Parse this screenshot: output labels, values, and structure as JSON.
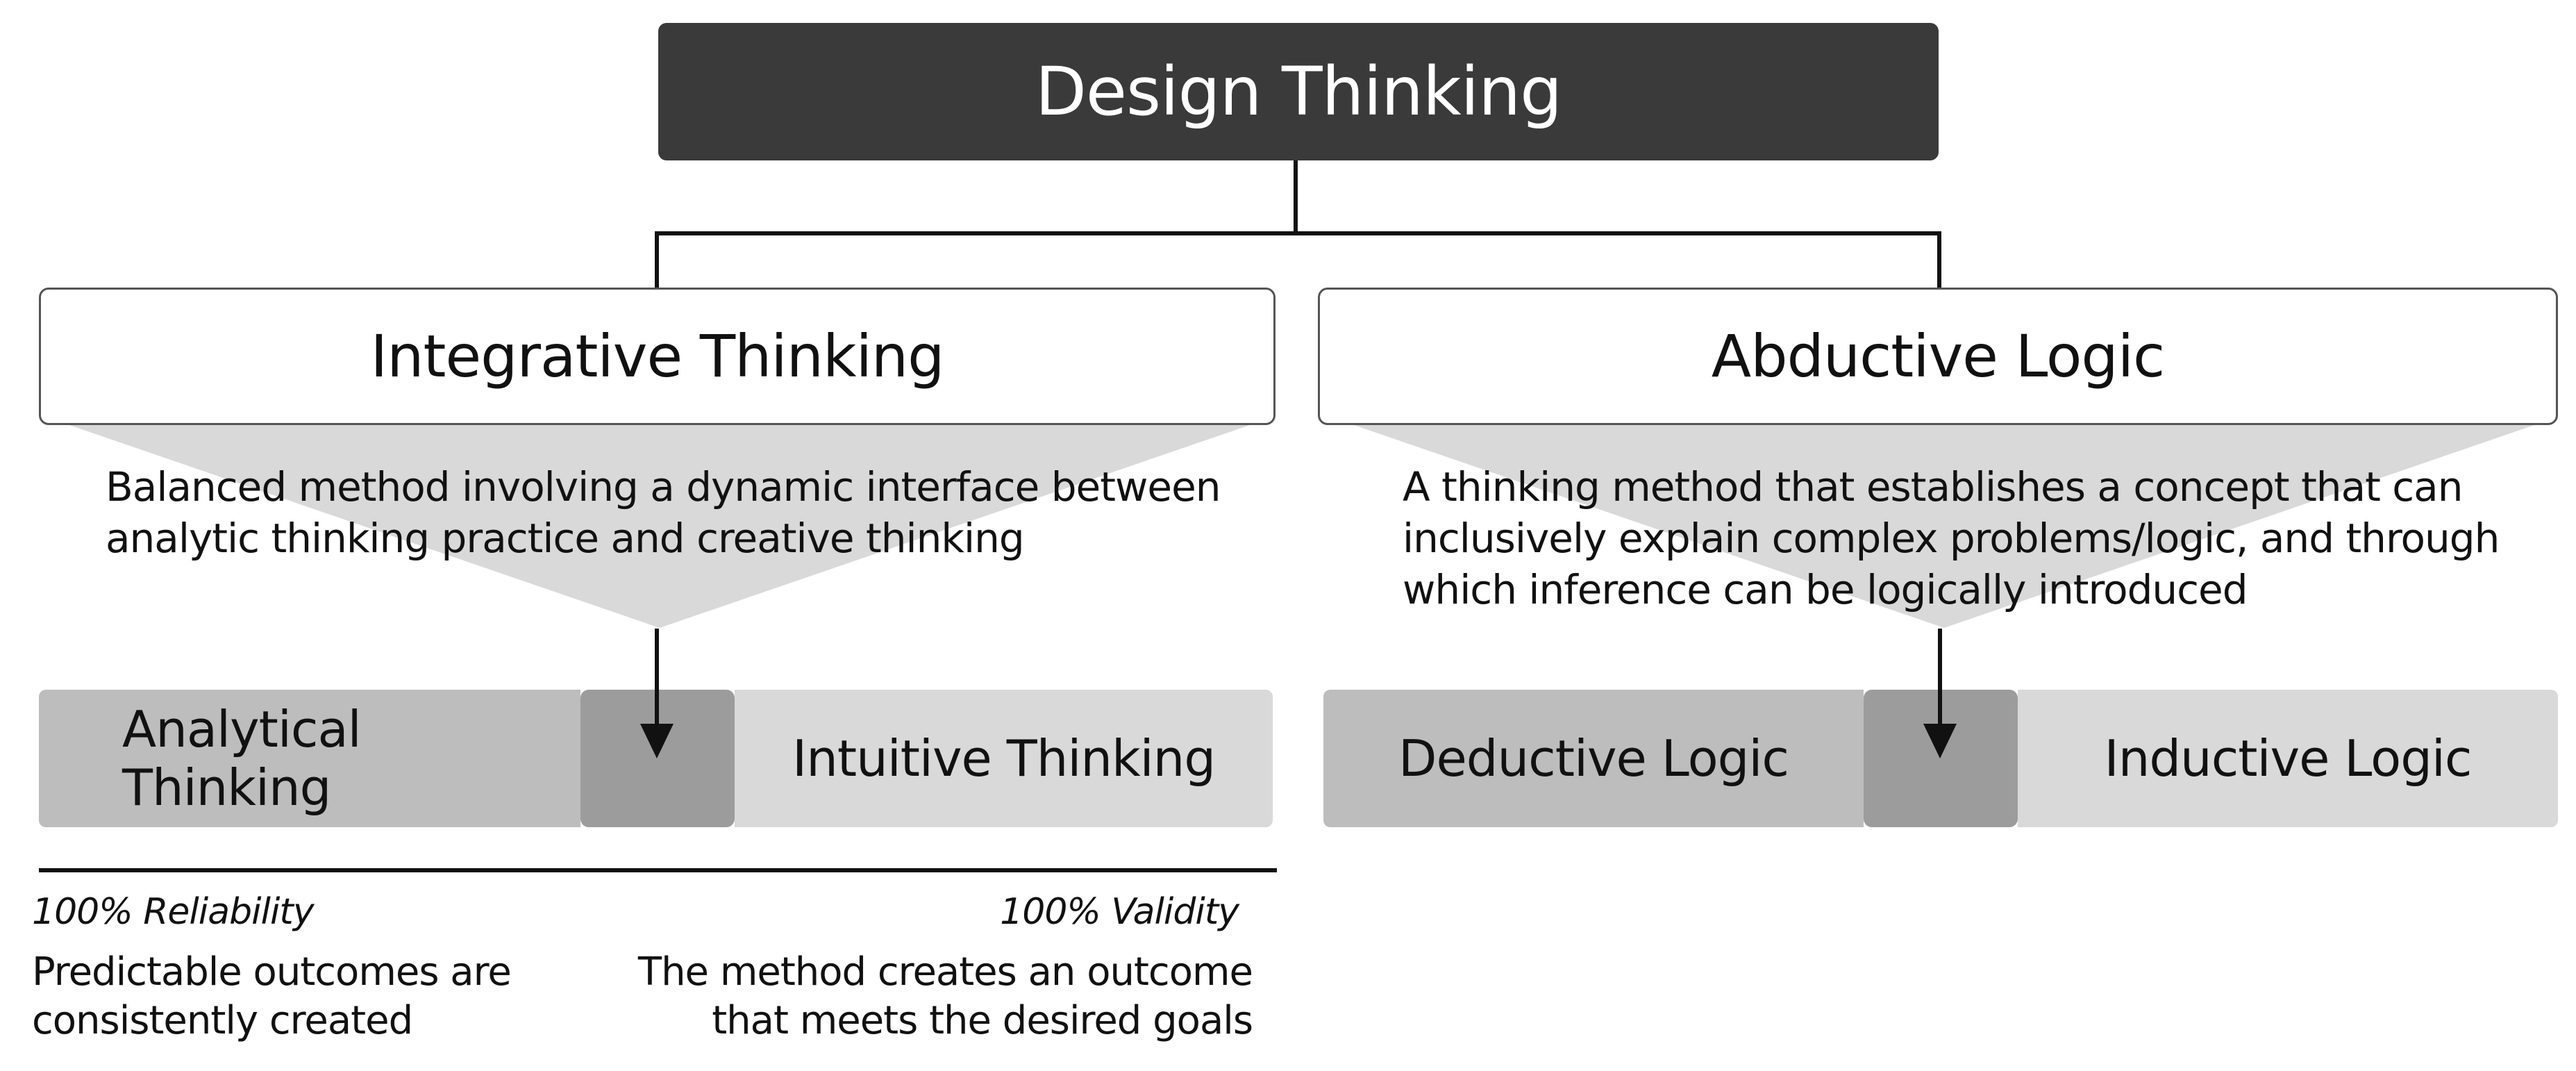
{
  "title": "Design Thinking",
  "left": {
    "heading": "Integrative Thinking",
    "description_line1": "Balanced method involving a dynamic interface between",
    "description_line2": "analytic thinking practice and creative thinking",
    "segment_a": "Analytical Thinking",
    "segment_b": "Intuitive Thinking",
    "note_left_head": "100% Reliability",
    "note_left_line1": "Predictable outcomes are",
    "note_left_line2": "consistently created",
    "note_right_head": "100% Validity",
    "note_right_line1": "The method creates an outcome",
    "note_right_line2": "that meets the desired goals"
  },
  "right": {
    "heading": "Abductive Logic",
    "description_line1": "A thinking method that establishes a concept that can",
    "description_line2": "inclusively explain complex problems/logic, and through",
    "description_line3": "which inference can be logically introduced",
    "segment_a": "Deductive Logic",
    "segment_b": "Inductive Logic"
  },
  "colors": {
    "title_bg": "#3a3a3a",
    "segment_dark": "#bdbdbd",
    "segment_mid": "#9c9c9c",
    "segment_light": "#d9d9d9",
    "funnel": "#d9d9d9"
  }
}
